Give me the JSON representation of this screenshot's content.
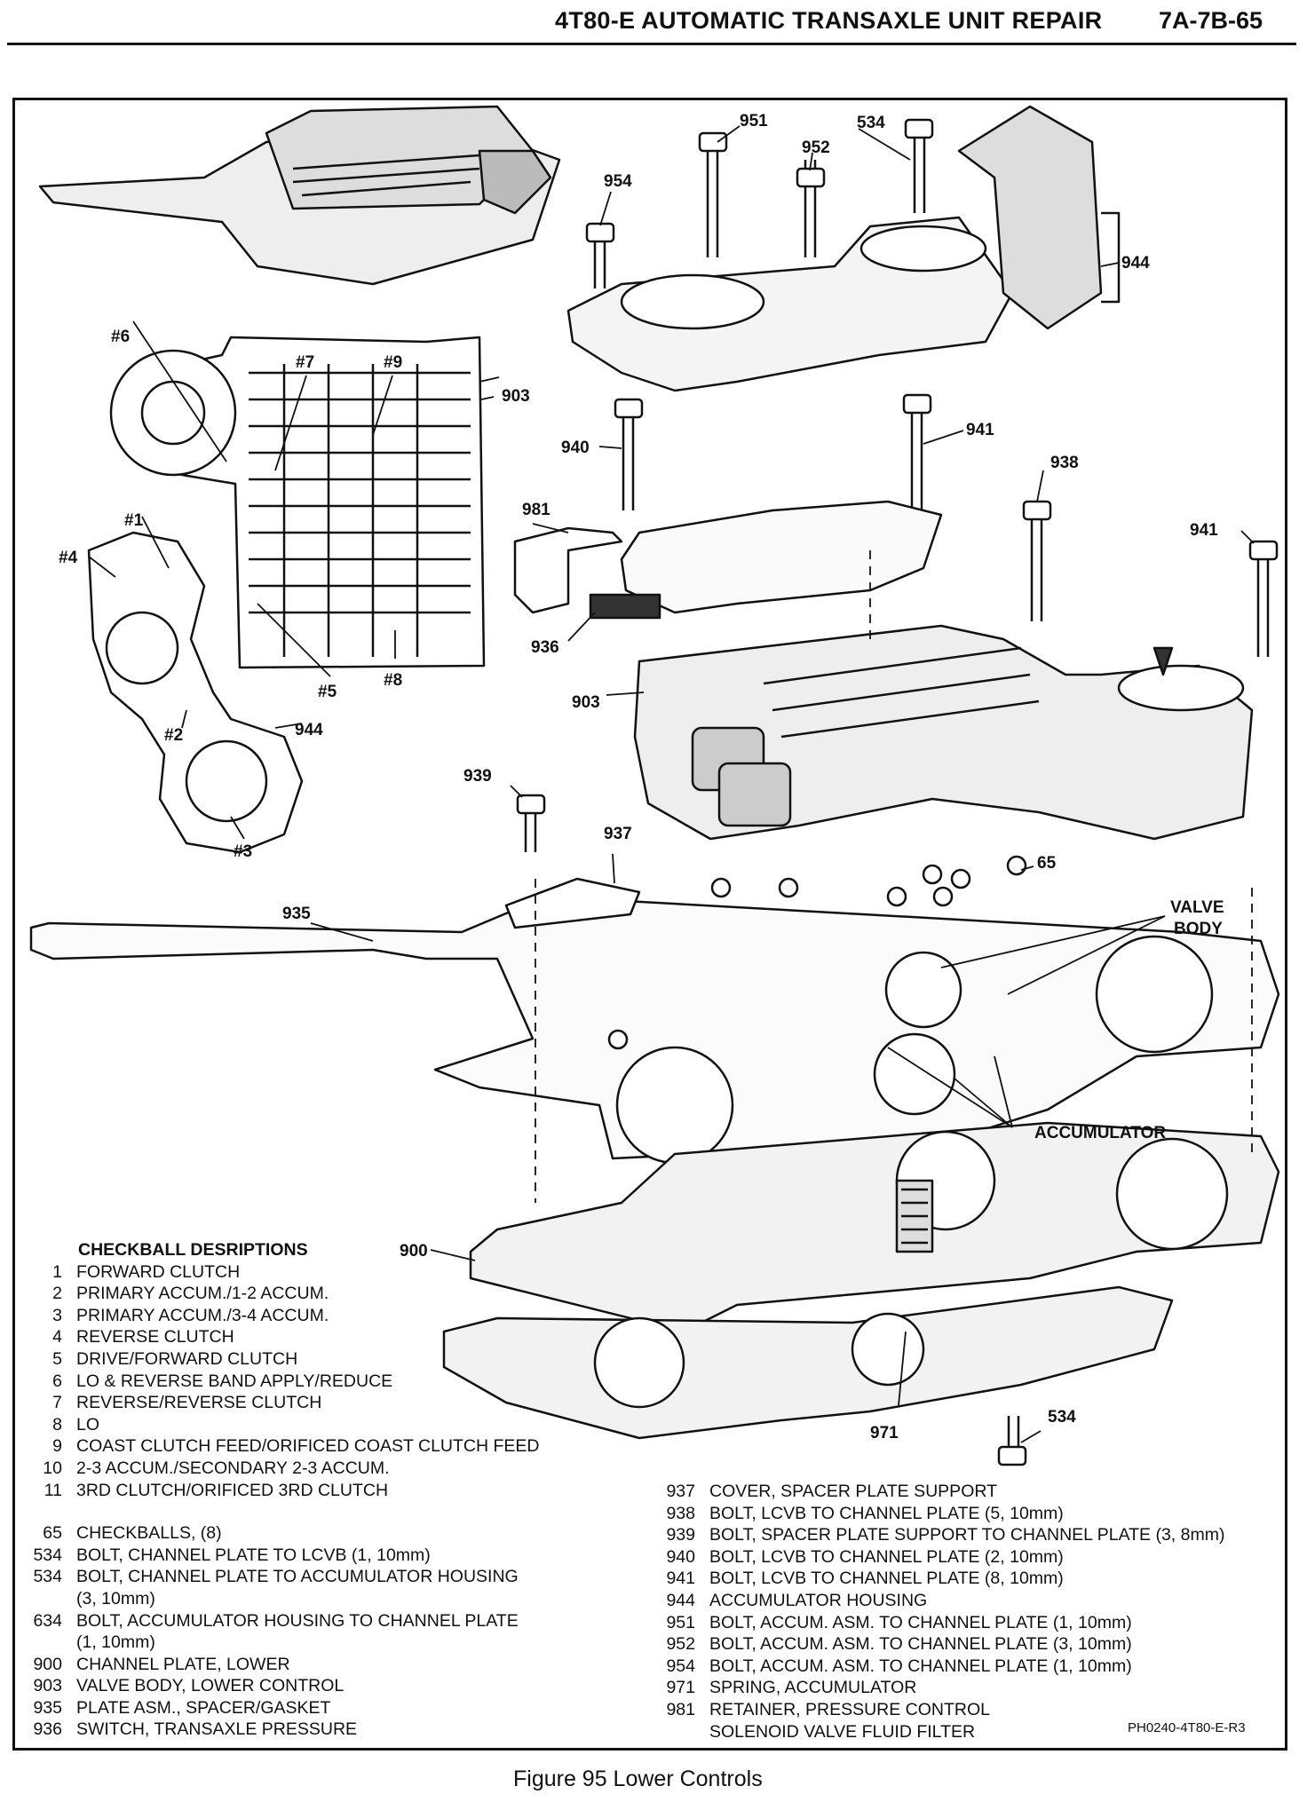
{
  "header": {
    "title": "4T80-E AUTOMATIC TRANSAXLE UNIT REPAIR",
    "page": "7A-7B-65"
  },
  "callouts": {
    "c951": "951",
    "c534a": "534",
    "c952": "952",
    "c954": "954",
    "c944a": "944",
    "c903a": "903",
    "c941a": "941",
    "c940": "940",
    "c938": "938",
    "c941b": "941",
    "c981": "981",
    "c936": "936",
    "c903b": "903",
    "c939": "939",
    "c937": "937",
    "c65": "65",
    "c935": "935",
    "c944b": "944",
    "c900": "900",
    "c971": "971",
    "c534b": "534",
    "h6": "#6",
    "h7": "#7",
    "h9": "#9",
    "h1": "#1",
    "h4": "#4",
    "h5": "#5",
    "h8": "#8",
    "h2": "#2",
    "h3": "#3",
    "valve_body_1": "VALVE",
    "valve_body_2": "BODY",
    "accumulator": "ACCUMULATOR"
  },
  "checkball_legend": {
    "heading": "CHECKBALL DESRIPTIONS",
    "items": [
      {
        "n": "1",
        "t": "FORWARD CLUTCH"
      },
      {
        "n": "2",
        "t": "PRIMARY ACCUM./1-2 ACCUM."
      },
      {
        "n": "3",
        "t": "PRIMARY ACCUM./3-4 ACCUM."
      },
      {
        "n": "4",
        "t": "REVERSE CLUTCH"
      },
      {
        "n": "5",
        "t": "DRIVE/FORWARD CLUTCH"
      },
      {
        "n": "6",
        "t": "LO & REVERSE BAND APPLY/REDUCE"
      },
      {
        "n": "7",
        "t": "REVERSE/REVERSE CLUTCH"
      },
      {
        "n": "8",
        "t": "LO"
      },
      {
        "n": "9",
        "t": "COAST CLUTCH FEED/ORIFICED COAST CLUTCH FEED"
      },
      {
        "n": "10",
        "t": "2-3 ACCUM./SECONDARY 2-3 ACCUM."
      },
      {
        "n": "11",
        "t": "3RD CLUTCH/ORIFICED 3RD CLUTCH"
      }
    ]
  },
  "parts_left": [
    {
      "n": "65",
      "t": "CHECKBALLS, (8)"
    },
    {
      "n": "534",
      "t": "BOLT, CHANNEL PLATE TO LCVB  (1, 10mm)"
    },
    {
      "n": "534",
      "t": "BOLT, CHANNEL PLATE TO ACCUMULATOR HOUSING",
      "c": "(3, 10mm)"
    },
    {
      "n": "634",
      "t": "BOLT, ACCUMULATOR HOUSING TO CHANNEL PLATE",
      "c": "(1, 10mm)"
    },
    {
      "n": "900",
      "t": "CHANNEL PLATE, LOWER"
    },
    {
      "n": "903",
      "t": "VALVE BODY, LOWER CONTROL"
    },
    {
      "n": "935",
      "t": "PLATE ASM., SPACER/GASKET"
    },
    {
      "n": "936",
      "t": "SWITCH, TRANSAXLE PRESSURE"
    }
  ],
  "parts_right": [
    {
      "n": "937",
      "t": "COVER, SPACER PLATE SUPPORT"
    },
    {
      "n": "938",
      "t": "BOLT, LCVB TO CHANNEL PLATE  (5, 10mm)"
    },
    {
      "n": "939",
      "t": "BOLT, SPACER PLATE SUPPORT TO CHANNEL PLATE (3, 8mm)"
    },
    {
      "n": "940",
      "t": "BOLT, LCVB TO CHANNEL PLATE (2, 10mm)"
    },
    {
      "n": "941",
      "t": "BOLT, LCVB TO CHANNEL PLATE (8, 10mm)"
    },
    {
      "n": "944",
      "t": "ACCUMULATOR HOUSING"
    },
    {
      "n": "951",
      "t": "BOLT, ACCUM. ASM. TO CHANNEL PLATE (1, 10mm)"
    },
    {
      "n": "952",
      "t": "BOLT, ACCUM. ASM. TO CHANNEL PLATE (3, 10mm)"
    },
    {
      "n": "954",
      "t": "BOLT, ACCUM. ASM. TO CHANNEL PLATE (1, 10mm)"
    },
    {
      "n": "971",
      "t": "SPRING, ACCUMULATOR"
    },
    {
      "n": "981",
      "t": "RETAINER, PRESSURE CONTROL",
      "c": "SOLENOID VALVE FLUID FILTER"
    }
  ],
  "figure_ref": "PH0240-4T80-E-R3",
  "caption": "Figure 95 Lower Controls"
}
